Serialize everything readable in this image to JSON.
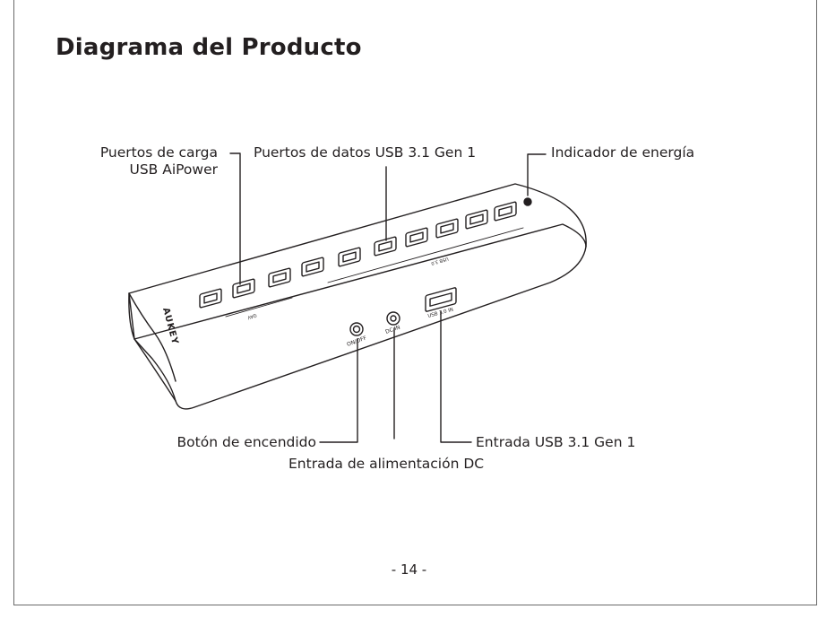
{
  "page": {
    "title": "Diagrama del Producto",
    "page_number": "- 14 -"
  },
  "labels": {
    "charging_ports_line1": "Puertos de carga",
    "charging_ports_line2": "USB AiPower",
    "data_ports": "Puertos de datos USB 3.1 Gen 1",
    "power_indicator": "Indicador de energía",
    "power_button": "Botón de encendido",
    "dc_input": "Entrada de alimentación DC",
    "usb_input": "Entrada USB 3.1 Gen 1"
  },
  "device_markings": {
    "brand": "AUKEY",
    "on_off": "ON/OFF",
    "dc_in": "DC IN",
    "usb_in": "USB 3.0 IN",
    "group_charging": "QAV",
    "group_data": "USB 3.0"
  }
}
